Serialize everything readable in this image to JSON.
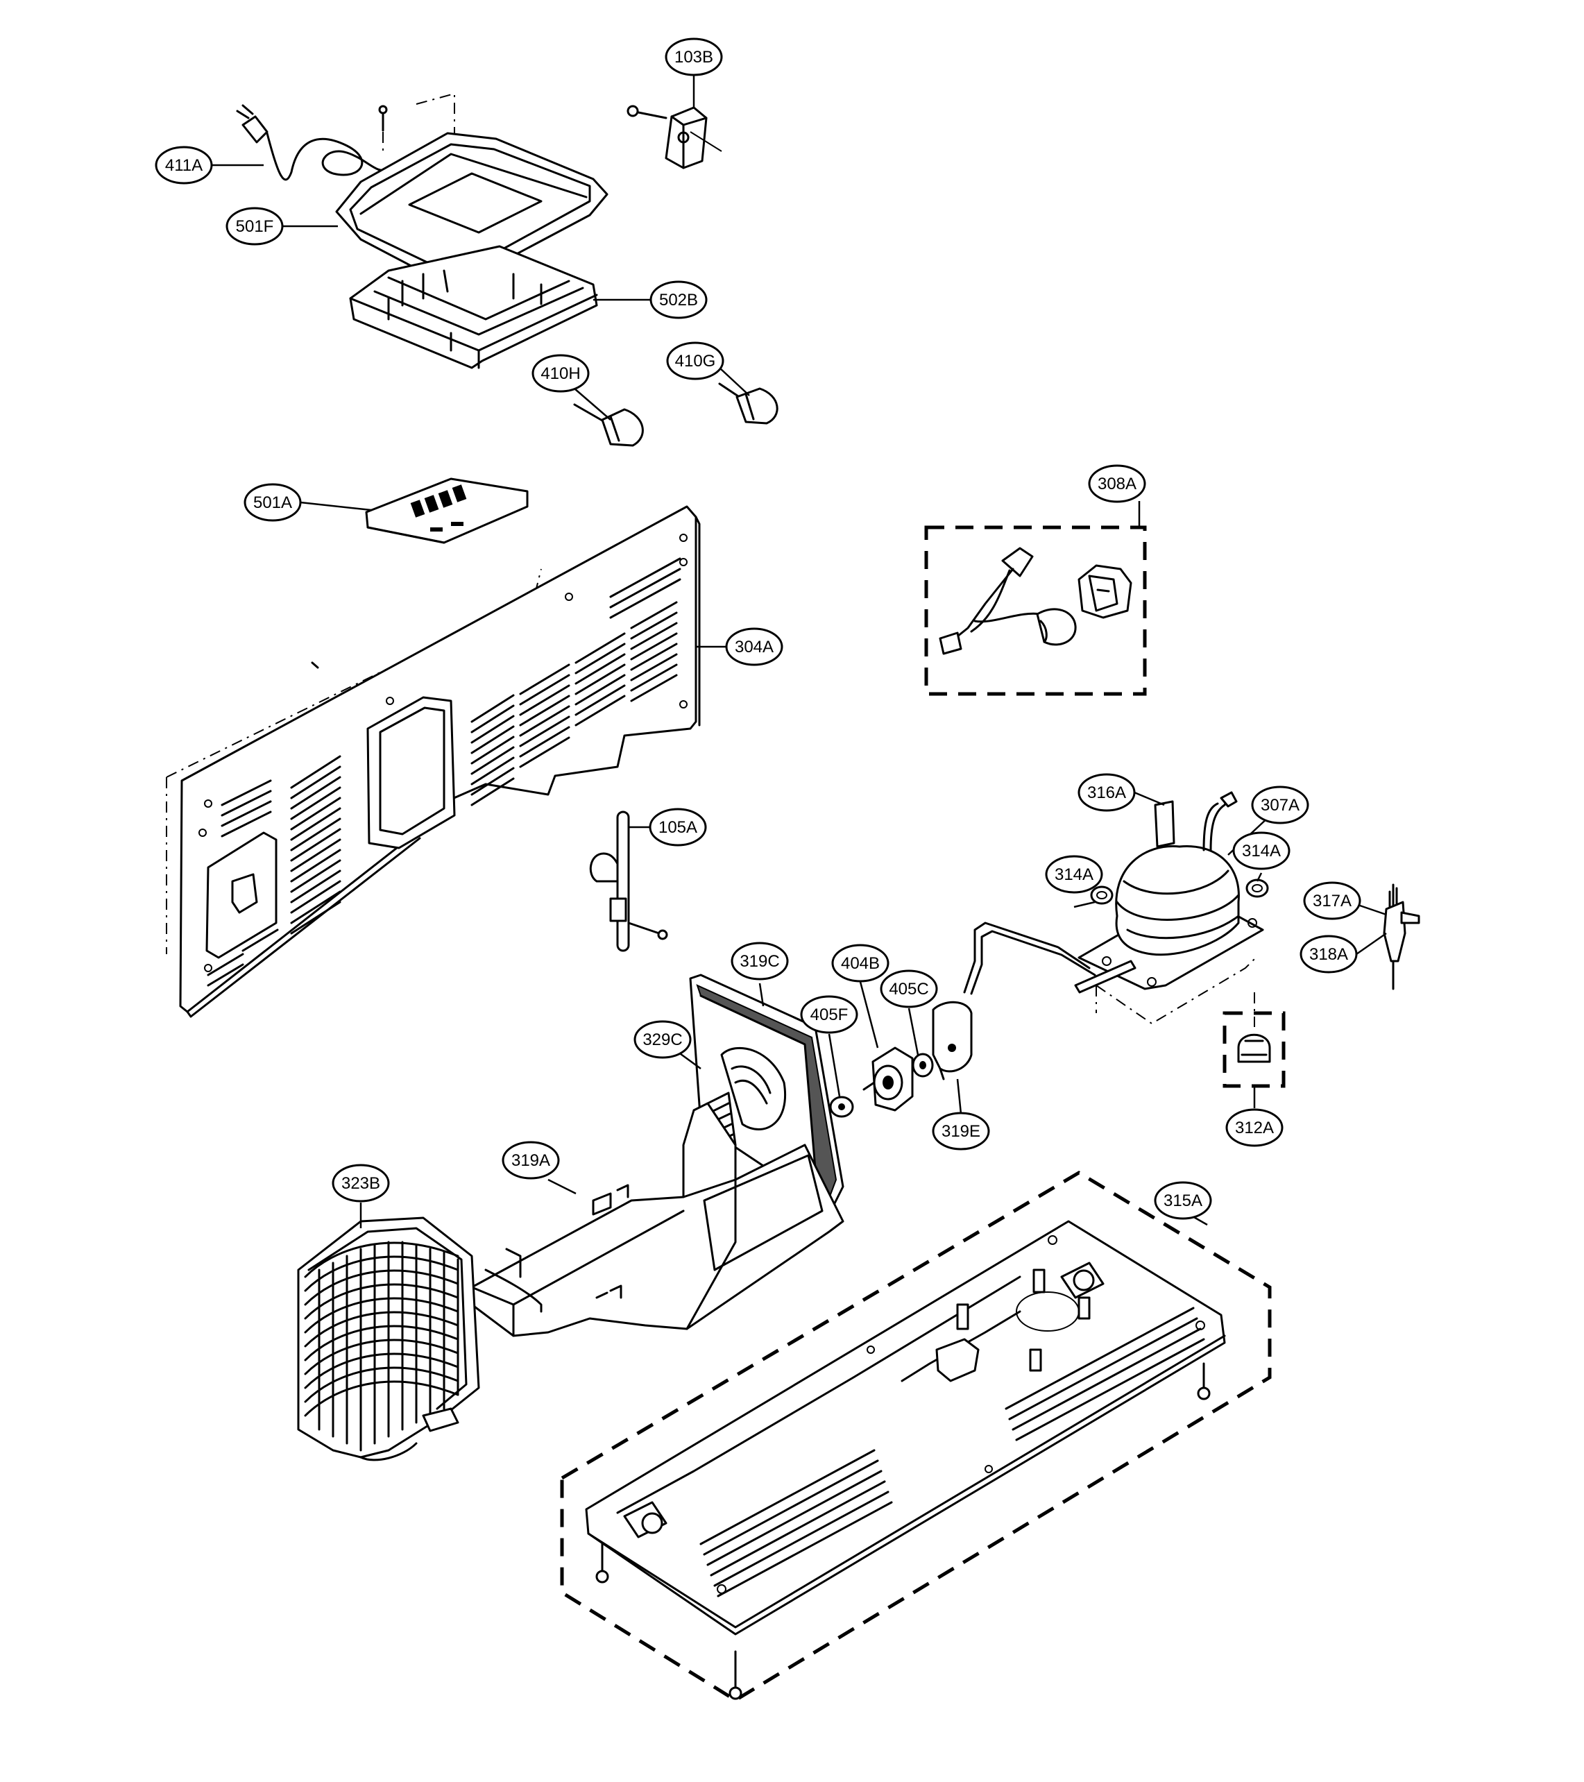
{
  "labels": {
    "l103B": "103B",
    "l411A": "411A",
    "l501F": "501F",
    "l502B": "502B",
    "l410H": "410H",
    "l410G": "410G",
    "l501A": "501A",
    "l308A": "308A",
    "l304A": "304A",
    "l316A": "316A",
    "l307A": "307A",
    "l105A": "105A",
    "l314A_left": "314A",
    "l314A_right": "314A",
    "l317A": "317A",
    "l318A": "318A",
    "l319C": "319C",
    "l404B": "404B",
    "l405C": "405C",
    "l405F": "405F",
    "l329C": "329C",
    "l319E": "319E",
    "l312A": "312A",
    "l319A": "319A",
    "l323B": "323B",
    "l315A": "315A"
  }
}
